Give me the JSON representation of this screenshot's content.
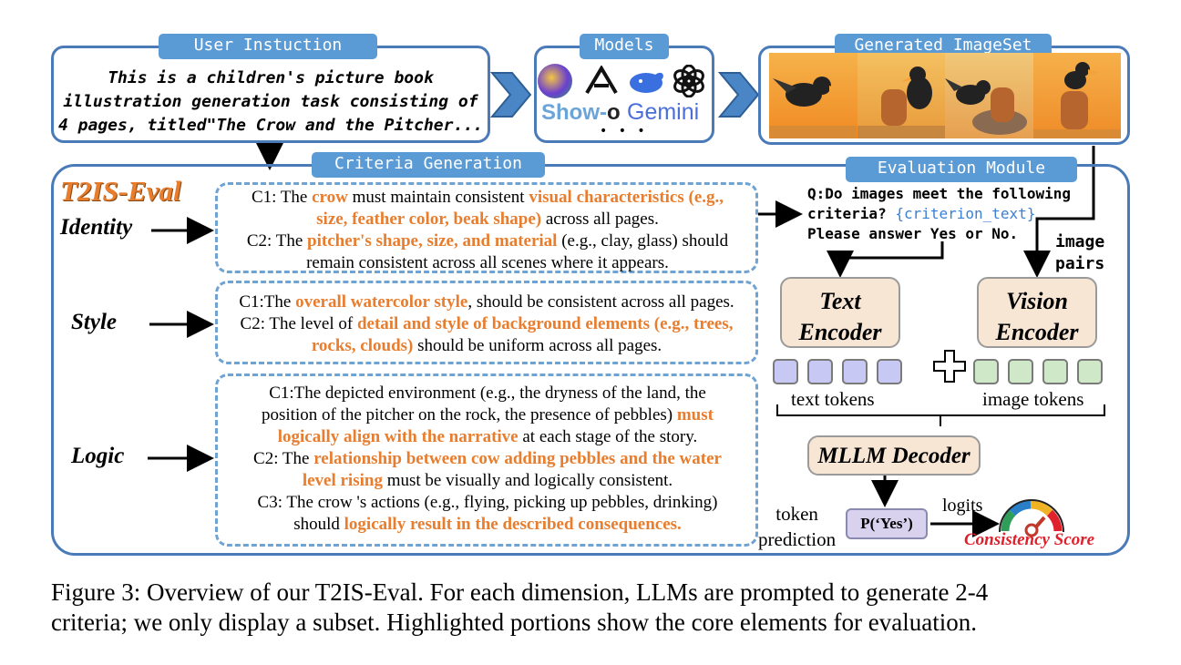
{
  "user_instruction": {
    "header": "User Instuction",
    "lines": [
      "This is a children's picture book",
      "illustration generation task consisting of",
      "4 pages, titled\"The Crow and the Pitcher..."
    ]
  },
  "models": {
    "header": "Models",
    "show_o": "Show-o",
    "show_o_a": "Show-",
    "show_o_b": "o",
    "gemini": "Gemini",
    "more": "• • •"
  },
  "generated": {
    "header": "Generated ImageSet"
  },
  "criteria_generation": {
    "header": "Criteria Generation"
  },
  "evaluation_module": {
    "header": "Evaluation Module"
  },
  "brand": "T2IS-Eval",
  "dimensions": {
    "identity": {
      "label": "Identity",
      "c1": [
        "C1: The ",
        "crow",
        " must maintain consistent ",
        "visual characteristics (e.g.,",
        "size, feather color, beak shape)",
        " across all pages."
      ],
      "c2": [
        "C2: The ",
        "pitcher's shape, size, and material",
        " (e.g., clay, glass) should",
        "remain consistent across all scenes where it appears."
      ]
    },
    "style": {
      "label": "Style",
      "c1": [
        "C1:The ",
        "overall watercolor style",
        ", should be consistent across all pages."
      ],
      "c2": [
        "C2: The level of ",
        "detail and style of background elements (e.g., trees,",
        "rocks, clouds)",
        " should be uniform across all pages."
      ]
    },
    "logic": {
      "label": "Logic",
      "c1": [
        "C1:The depicted environment (e.g., the dryness of the land, the",
        "position of the pitcher on the rock, the presence of pebbles) ",
        "must",
        "logically align with the narrative",
        " at each stage of the story."
      ],
      "c2": [
        "C2: The ",
        "relationship between cow adding pebbles and the water",
        "level rising",
        " must be visually and logically consistent."
      ],
      "c3": [
        "C3: The crow 's actions (e.g., flying, picking up pebbles, drinking)",
        "should ",
        "logically result in the described consequences."
      ]
    }
  },
  "question": {
    "line1": "Q:Do images meet the following",
    "line2a": "criteria? ",
    "line2b": "{criterion_text}",
    "line3": "Please answer Yes or No."
  },
  "image_pairs": [
    "image",
    "pairs"
  ],
  "text_encoder": [
    "Text",
    "Encoder"
  ],
  "vision_encoder": [
    "Vision",
    "Encoder"
  ],
  "text_tokens": "text tokens",
  "image_tokens": "image tokens",
  "plus": "+",
  "decoder": "MLLM Decoder",
  "token_prediction": [
    "token",
    "prediction"
  ],
  "p_yes": "P(‘Yes’)",
  "logits": "logits",
  "consistency_score": "Consistency Score",
  "caption": {
    "line1": "Figure 3: Overview of our T2IS-Eval. For each dimension, LLMs are prompted to generate 2-4",
    "line2": "criteria; we only display a subset. Highlighted portions show the core elements for evaluation."
  },
  "colors": {
    "frame": "#4a7ab8",
    "header": "#5b9bd5",
    "highlight": "#e87d2e",
    "score_red": "#e0202a"
  }
}
